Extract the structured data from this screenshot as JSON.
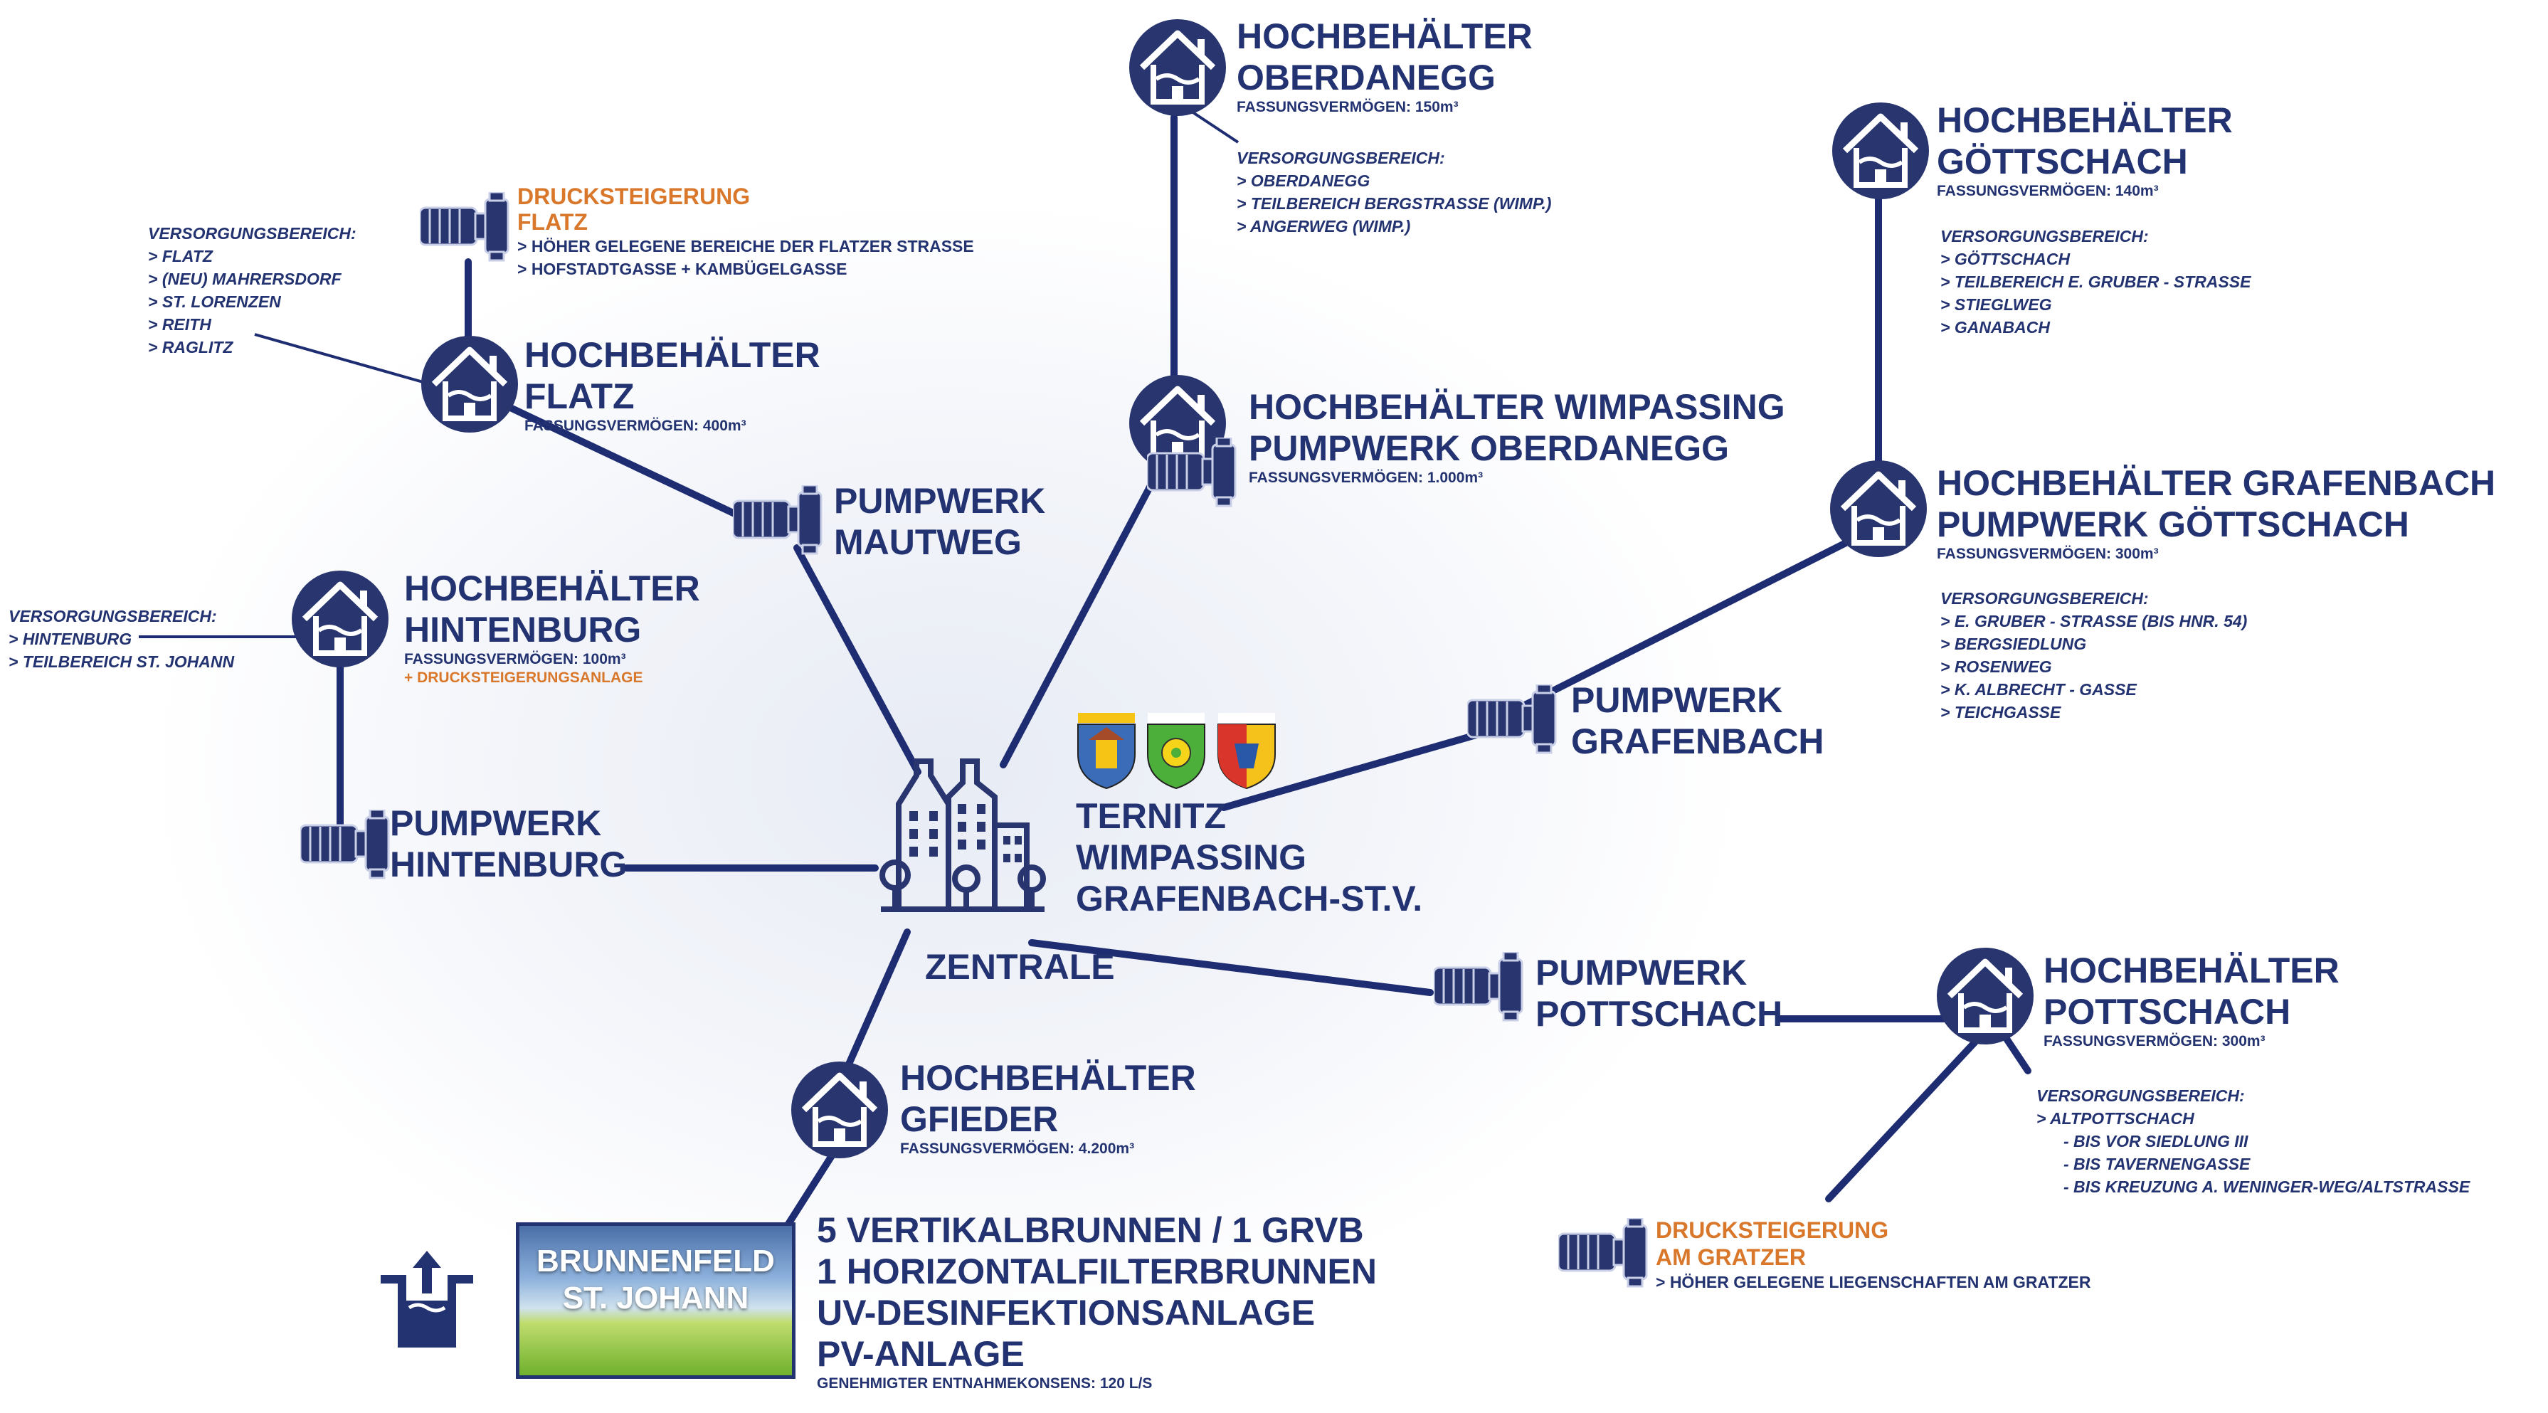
{
  "colors": {
    "navy": "#233270",
    "orange": "#d9772b",
    "line": "#1e2c72"
  },
  "central": {
    "line1": "TERNITZ",
    "line2": "WIMPASSING",
    "line3": "GRAFENBACH-ST.V.",
    "label": "ZENTRALE",
    "crests": [
      "STADT TERNITZ",
      "MARKTGEMEINDE WIMPASSING",
      "Marktgemeinde Grafenbach-St. Valentin"
    ]
  },
  "flatz_pump": {
    "title1": "DRUCKSTEIGERUNG",
    "title2": "FLATZ",
    "items": [
      "> HÖHER GELEGENE BEREICHE DER FLATZER STRASSE",
      "> HOFSTADTGASSE + KAMBÜGELGASSE"
    ]
  },
  "flatz_area": {
    "heading": "VERSORGUNGSBEREICH:",
    "items": [
      "> FLATZ",
      "> (NEU) MAHRERSDORF",
      "> ST. LORENZEN",
      "> REITH",
      "> RAGLITZ"
    ]
  },
  "hb_flatz": {
    "title1": "HOCHBEHÄLTER",
    "title2": "FLATZ",
    "capacity": "FASSUNGSVERMÖGEN: 400m³"
  },
  "pw_mautweg": {
    "title1": "PUMPWERK",
    "title2": "MAUTWEG"
  },
  "hb_oberdanegg": {
    "title1": "HOCHBEHÄLTER",
    "title2": "OBERDANEGG",
    "capacity": "FASSUNGSVERMÖGEN: 150m³",
    "heading": "VERSORGUNGSBEREICH:",
    "items": [
      "> OBERDANEGG",
      "> TEILBEREICH BERGSTRASSE (WIMP.)",
      "> ANGERWEG (WIMP.)"
    ]
  },
  "hb_wimpassing": {
    "title1": "HOCHBEHÄLTER WIMPASSING",
    "title2": "PUMPWERK OBERDANEGG",
    "capacity": "FASSUNGSVERMÖGEN: 1.000m³"
  },
  "hb_goettschach": {
    "title1": "HOCHBEHÄLTER",
    "title2": "GÖTTSCHACH",
    "capacity": "FASSUNGSVERMÖGEN: 140m³",
    "heading": "VERSORGUNGSBEREICH:",
    "items": [
      "> GÖTTSCHACH",
      "> TEILBEREICH E. GRUBER - STRASSE",
      "> STIEGLWEG",
      "> GANABACH"
    ]
  },
  "hb_grafenbach": {
    "title1": "HOCHBEHÄLTER GRAFENBACH",
    "title2": "PUMPWERK GÖTTSCHACH",
    "capacity": "FASSUNGSVERMÖGEN: 300m³",
    "heading": "VERSORGUNGSBEREICH:",
    "items": [
      "> E. GRUBER - STRASSE (BIS HNR. 54)",
      "> BERGSIEDLUNG",
      "> ROSENWEG",
      "> K. ALBRECHT - GASSE",
      "> TEICHGASSE"
    ]
  },
  "pw_grafenbach": {
    "title1": "PUMPWERK",
    "title2": "GRAFENBACH"
  },
  "hb_hintenburg": {
    "title1": "HOCHBEHÄLTER",
    "title2": "HINTENBURG",
    "capacity": "FASSUNGSVERMÖGEN: 100m³",
    "extra": "+ DRUCKSTEIGERUNGSANLAGE",
    "heading": "VERSORGUNGSBEREICH:",
    "items": [
      "> HINTENBURG",
      "> TEILBEREICH ST. JOHANN"
    ]
  },
  "pw_hintenburg": {
    "title1": "PUMPWERK",
    "title2": "HINTENBURG"
  },
  "pw_pottschach": {
    "title1": "PUMPWERK",
    "title2": "POTTSCHACH"
  },
  "hb_pottschach": {
    "title1": "HOCHBEHÄLTER",
    "title2": "POTTSCHACH",
    "capacity": "FASSUNGSVERMÖGEN: 300m³",
    "heading": "VERSORGUNGSBEREICH:",
    "items": [
      "> ALTPOTTSCHACH",
      "- BIS VOR SIEDLUNG III",
      "- BIS TAVERNENGASSE",
      "- BIS KREUZUNG A. WENINGER-WEG/ALTSTRASSE"
    ]
  },
  "gratzer_pump": {
    "title1": "DRUCKSTEIGERUNG",
    "title2": "AM GRATZER",
    "items": [
      "> HÖHER GELEGENE LIEGENSCHAFTEN AM GRATZER"
    ]
  },
  "hb_gfieder": {
    "title1": "HOCHBEHÄLTER",
    "title2": "GFIEDER",
    "capacity": "FASSUNGSVERMÖGEN: 4.200m³"
  },
  "brunnenfeld": {
    "label1": "BRUNNENFELD",
    "label2": "ST. JOHANN",
    "lines": [
      "5 VERTIKALBRUNNEN / 1 GRVB",
      "1 HORIZONTALFILTERBRUNNEN",
      "UV-DESINFEKTIONSANLAGE",
      "PV-ANLAGE"
    ],
    "consent": "GENEHMIGTER ENTNAHMEKONSENS: 120 L/S"
  }
}
